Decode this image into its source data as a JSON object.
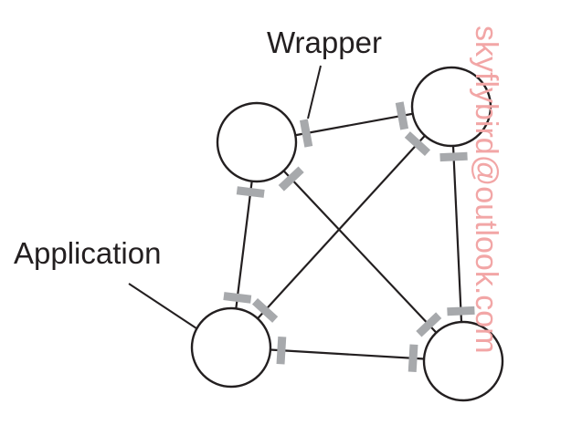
{
  "diagram": {
    "labels": {
      "wrapper": "Wrapper",
      "application": "Application"
    },
    "watermark": "skyflybird@outlook.com",
    "nodes": [
      {
        "id": "top-left",
        "kind": "application"
      },
      {
        "id": "top-right",
        "kind": "application"
      },
      {
        "id": "bottom-left",
        "kind": "application"
      },
      {
        "id": "bottom-right",
        "kind": "application"
      }
    ],
    "edges": [
      {
        "from": "top-left",
        "to": "top-right"
      },
      {
        "from": "top-left",
        "to": "bottom-left"
      },
      {
        "from": "top-left",
        "to": "bottom-right"
      },
      {
        "from": "top-right",
        "to": "bottom-left"
      },
      {
        "from": "top-right",
        "to": "bottom-right"
      },
      {
        "from": "bottom-left",
        "to": "bottom-right"
      }
    ],
    "colors": {
      "line": "#231f20",
      "wrapper": "#a7a9ac",
      "watermark": "#f2a6a6"
    }
  }
}
